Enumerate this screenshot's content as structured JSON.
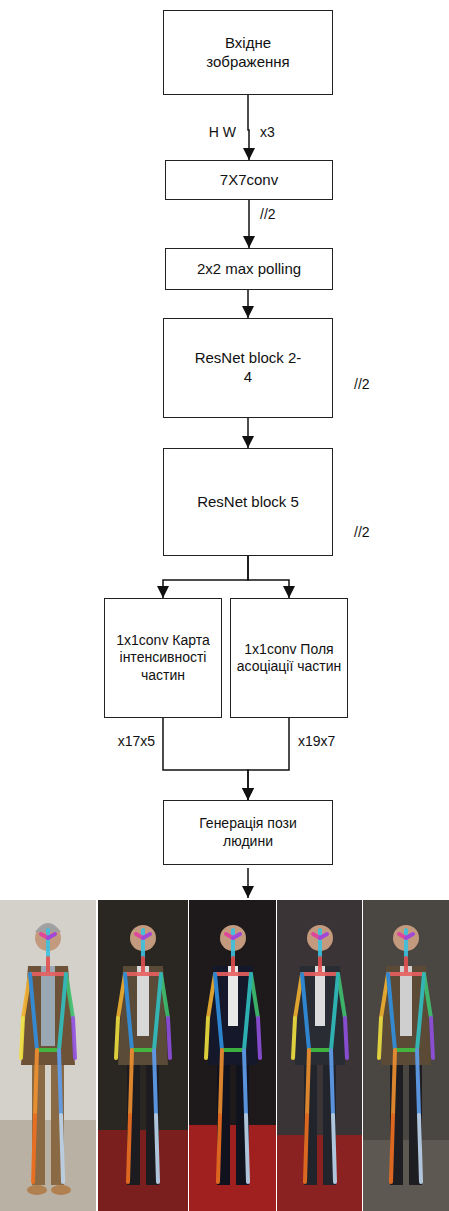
{
  "diagram": {
    "nodes": [
      {
        "text": [
          "Вхідне зображення"
        ]
      },
      {
        "text": [
          "7X7conv"
        ]
      },
      {
        "text": [
          "2x2 max polling"
        ]
      },
      {
        "text": [
          "ResNet block 2-4"
        ]
      },
      {
        "text": [
          "ResNet block 5"
        ]
      },
      {
        "text": [
          "1x1conv Карта інтенсивності частин"
        ]
      },
      {
        "text": [
          "1x1conv Поля асоціації частин"
        ]
      },
      {
        "text": [
          "Генерація пози людини"
        ]
      }
    ],
    "edges": [
      {
        "from": 0,
        "to": 1,
        "arrow": "to"
      },
      {
        "from": 1,
        "to": 2,
        "arrow": "to"
      },
      {
        "from": 2,
        "to": 3,
        "arrow": "to"
      },
      {
        "from": 3,
        "to": 4,
        "arrow": "to"
      },
      {
        "from": 4,
        "to": 5,
        "arrow": "to"
      },
      {
        "from": 4,
        "to": 6,
        "arrow": "to"
      },
      {
        "from": 5,
        "to": 7,
        "arrow": "to"
      },
      {
        "from": 6,
        "to": 7,
        "arrow": "to"
      }
    ],
    "labels": [
      "H W",
      "x3",
      "//2",
      "//2",
      "//2",
      "x17x5",
      "x19x7"
    ]
  }
}
